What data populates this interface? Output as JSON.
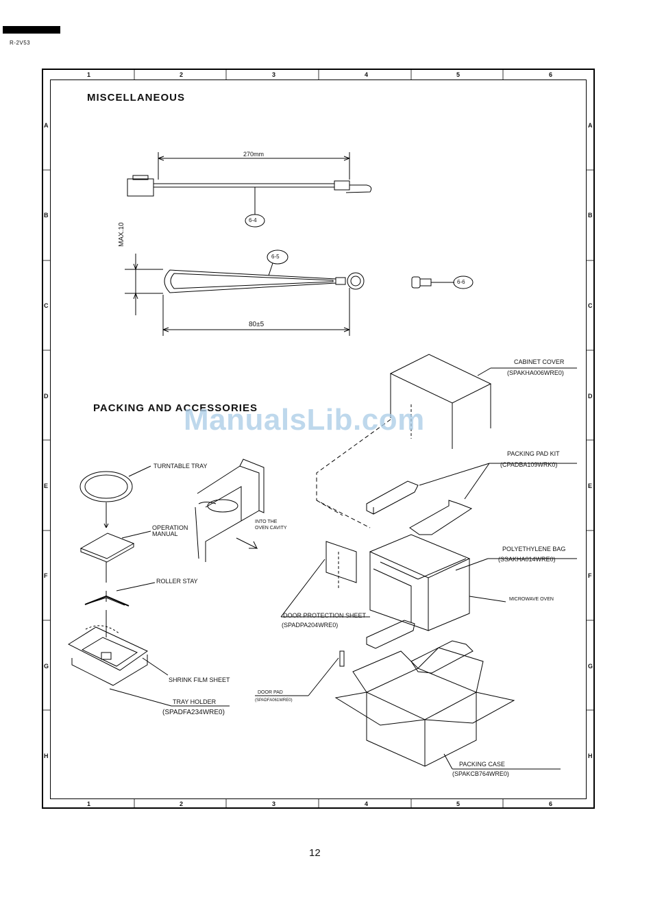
{
  "header": {
    "model": "R-2V53"
  },
  "grid": {
    "columns": [
      "1",
      "2",
      "3",
      "4",
      "5",
      "6"
    ],
    "rows": [
      "A",
      "B",
      "C",
      "D",
      "E",
      "F",
      "G",
      "H"
    ]
  },
  "sections": {
    "miscellaneous": "MISCELLANEOUS",
    "packing": "PACKING AND ACCESSORIES"
  },
  "misc": {
    "dim_length": "270mm",
    "ref_64": "6-4",
    "ref_65": "6-5",
    "ref_66": "6-6",
    "dim_max": "MAX.10",
    "dim_80": "80±5"
  },
  "packing": {
    "cabinet_cover": "CABINET COVER",
    "cabinet_cover_pn": "(SPAKHA006WRE0)",
    "packing_pad_kit": "PACKING PAD KIT",
    "packing_pad_kit_pn": "(CPADBA109WRK0)",
    "polyethylene_bag": "POLYETHYLENE BAG",
    "polyethylene_bag_pn": "(SSAKHA014WRE0)",
    "microwave_oven": "MICROWAVE OVEN",
    "door_protection_sheet": "DOOR PROTECTION SHEET",
    "door_protection_sheet_pn": "(SPADPA204WRE0)",
    "door_pad": "DOOR PAD",
    "door_pad_pn": "(SPADFA061WRE0)",
    "packing_case": "PACKING CASE",
    "packing_case_pn": "(SPAKCB764WRE0)",
    "turntable_tray": "TURNTABLE TRAY",
    "operation_manual_1": "OPERATION",
    "operation_manual_2": "MANUAL",
    "into_oven_1": "INTO THE",
    "into_oven_2": "OVEN CAVITY",
    "roller_stay": "ROLLER STAY",
    "shrink_film_sheet": "SHRINK FILM SHEET",
    "tray_holder": "TRAY HOLDER",
    "tray_holder_pn": "(SPADFA234WRE0)"
  },
  "watermark": "ManualsLib.com",
  "footer": {
    "page_number": "12"
  }
}
